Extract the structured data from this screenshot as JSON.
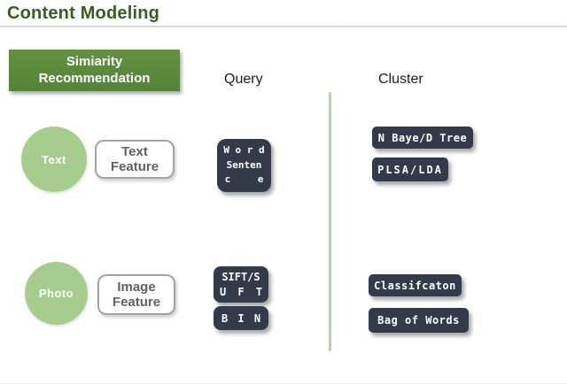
{
  "title": "Content Modeling",
  "recommendation_box": {
    "line1": "Simiarity",
    "line2": "Recommendation"
  },
  "columns": {
    "query": "Query",
    "cluster": "Cluster"
  },
  "rows": [
    {
      "entity": "Text",
      "feature": {
        "line1": "Text",
        "line2": "Feature"
      },
      "query_box": {
        "line1": "W o r d",
        "line2": "Senten",
        "line3": "c e"
      },
      "cluster_boxes": [
        "N Baye/D Tree",
        "PLSA/LDA"
      ]
    },
    {
      "entity": "Photo",
      "feature": {
        "line1": "Image",
        "line2": "Feature"
      },
      "query_boxes": [
        {
          "line1": "SIFT/S",
          "line2": "U F T"
        },
        {
          "line1": "B I N"
        }
      ],
      "cluster_boxes": [
        "Classifcaton",
        "Bag of Words"
      ]
    }
  ],
  "colors": {
    "title_green": "#3a5b22",
    "box_green": "#5b8c3e",
    "circle_green": "#a6cd8d",
    "dark_navy": "#333b4a",
    "divider_green": "#b9d3a4",
    "feature_text_gray": "#616161"
  }
}
